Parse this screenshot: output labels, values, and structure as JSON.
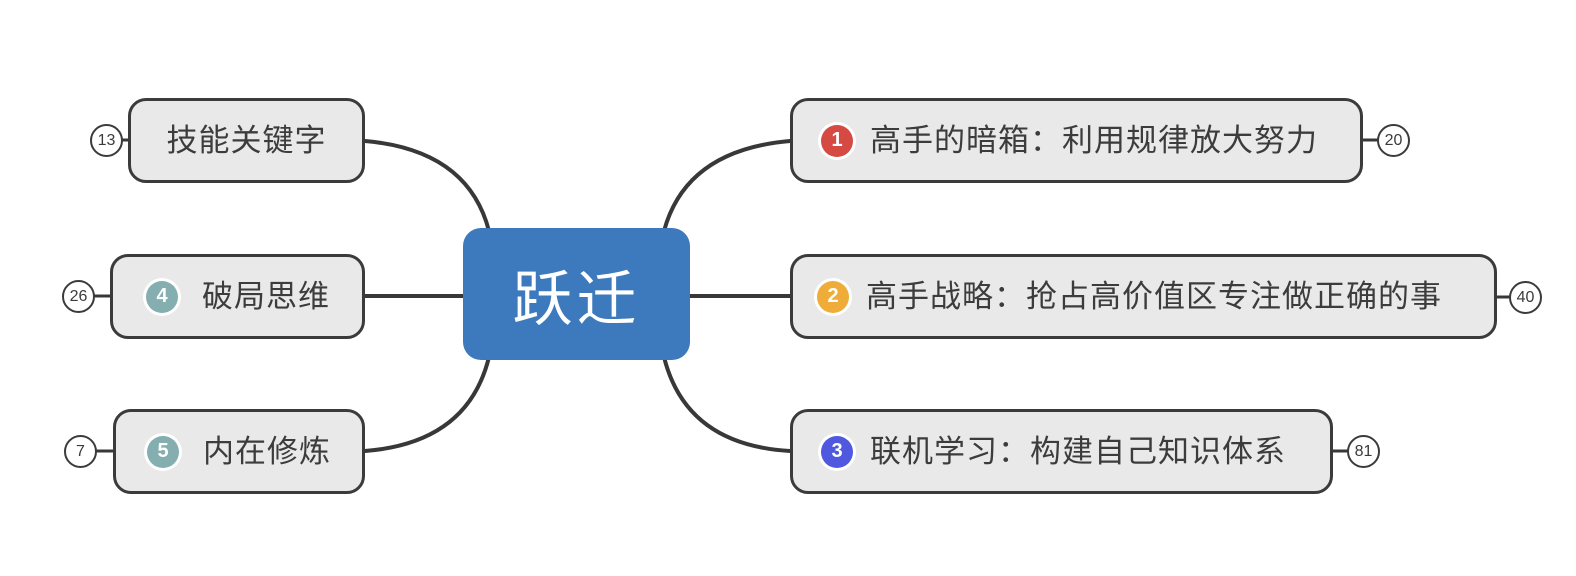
{
  "canvas": {
    "background": "#ffffff",
    "connector_color": "#383838",
    "node_fill": "#e9e9e9",
    "node_border": "#3b3b3b"
  },
  "central": {
    "label": "跃迁",
    "fill": "#3d7abd",
    "text_color": "#ffffff"
  },
  "left_branches": [
    {
      "count": "13",
      "label": "技能关键字"
    },
    {
      "count": "26",
      "label": "破局思维",
      "marker": {
        "number": "4",
        "color": "#85aeb0"
      }
    },
    {
      "count": "7",
      "label": "内在修炼",
      "marker": {
        "number": "5",
        "color": "#85aeb0"
      }
    }
  ],
  "right_branches": [
    {
      "count": "20",
      "label": "高手的暗箱：利用规律放大努力",
      "marker": {
        "number": "1",
        "color": "#d54a42"
      }
    },
    {
      "count": "40",
      "label": "高手战略：抢占高价值区专注做正确的事",
      "marker": {
        "number": "2",
        "color": "#f0ac38"
      }
    },
    {
      "count": "81",
      "label": "联机学习：构建自己知识体系",
      "marker": {
        "number": "3",
        "color": "#4f58de"
      }
    }
  ]
}
